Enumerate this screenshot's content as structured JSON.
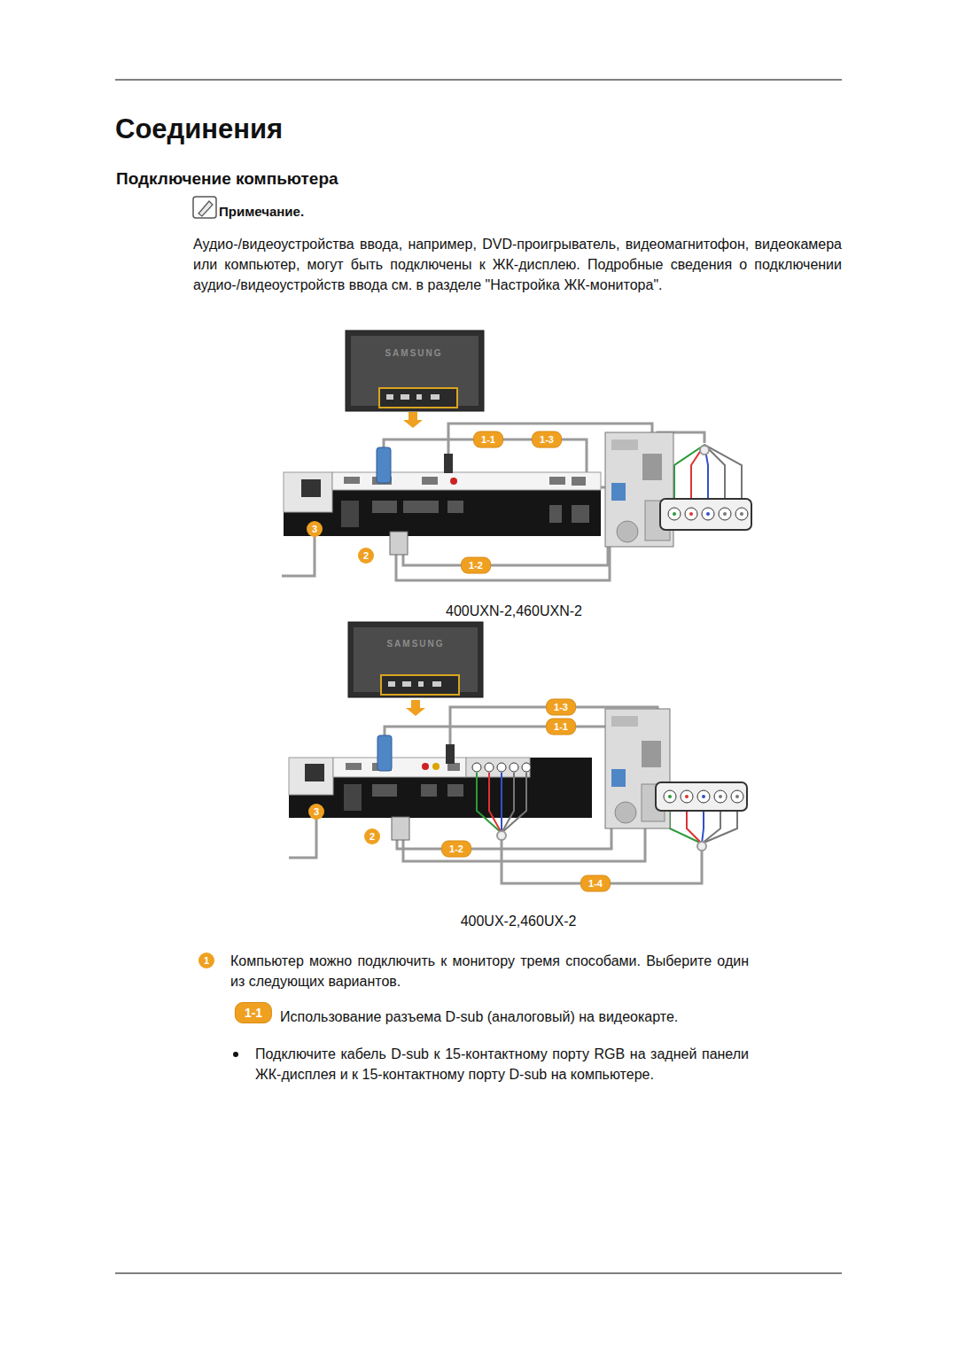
{
  "diagram": {
    "title": "Соединения",
    "labels": [
      "Подключение компьютера",
      "Примечание.",
      "Аудио-/видеоустройства ввода, например, DVD-проигрыватель, видеомагнитофон, видеокамера или компьютер, могут быть подключены к ЖК-дисплею. Подробные сведения о подключении аудио-/видеоустройств ввода см. в разделе \"Настройка ЖК-монитора\".",
      "SAMSUNG",
      "1-1",
      "1-3",
      "3",
      "2",
      "1-2",
      "400UXN-2,460UXN-2",
      "SAMSUNG",
      "1-3",
      "1-1",
      "3",
      "2",
      "1-2",
      "1-4",
      "400UX-2,460UX-2",
      "1",
      "Компьютер можно подключить к монитору тремя способами. Выберите один из следующих вариантов.",
      "1-1",
      "Использование разъема D-sub (аналоговый) на видеокарте.",
      "Подключите кабель D-sub к 15-контактному порту RGB на задней панели ЖК-дисплея и к 15-контактному порту D-sub на компьютере."
    ]
  }
}
